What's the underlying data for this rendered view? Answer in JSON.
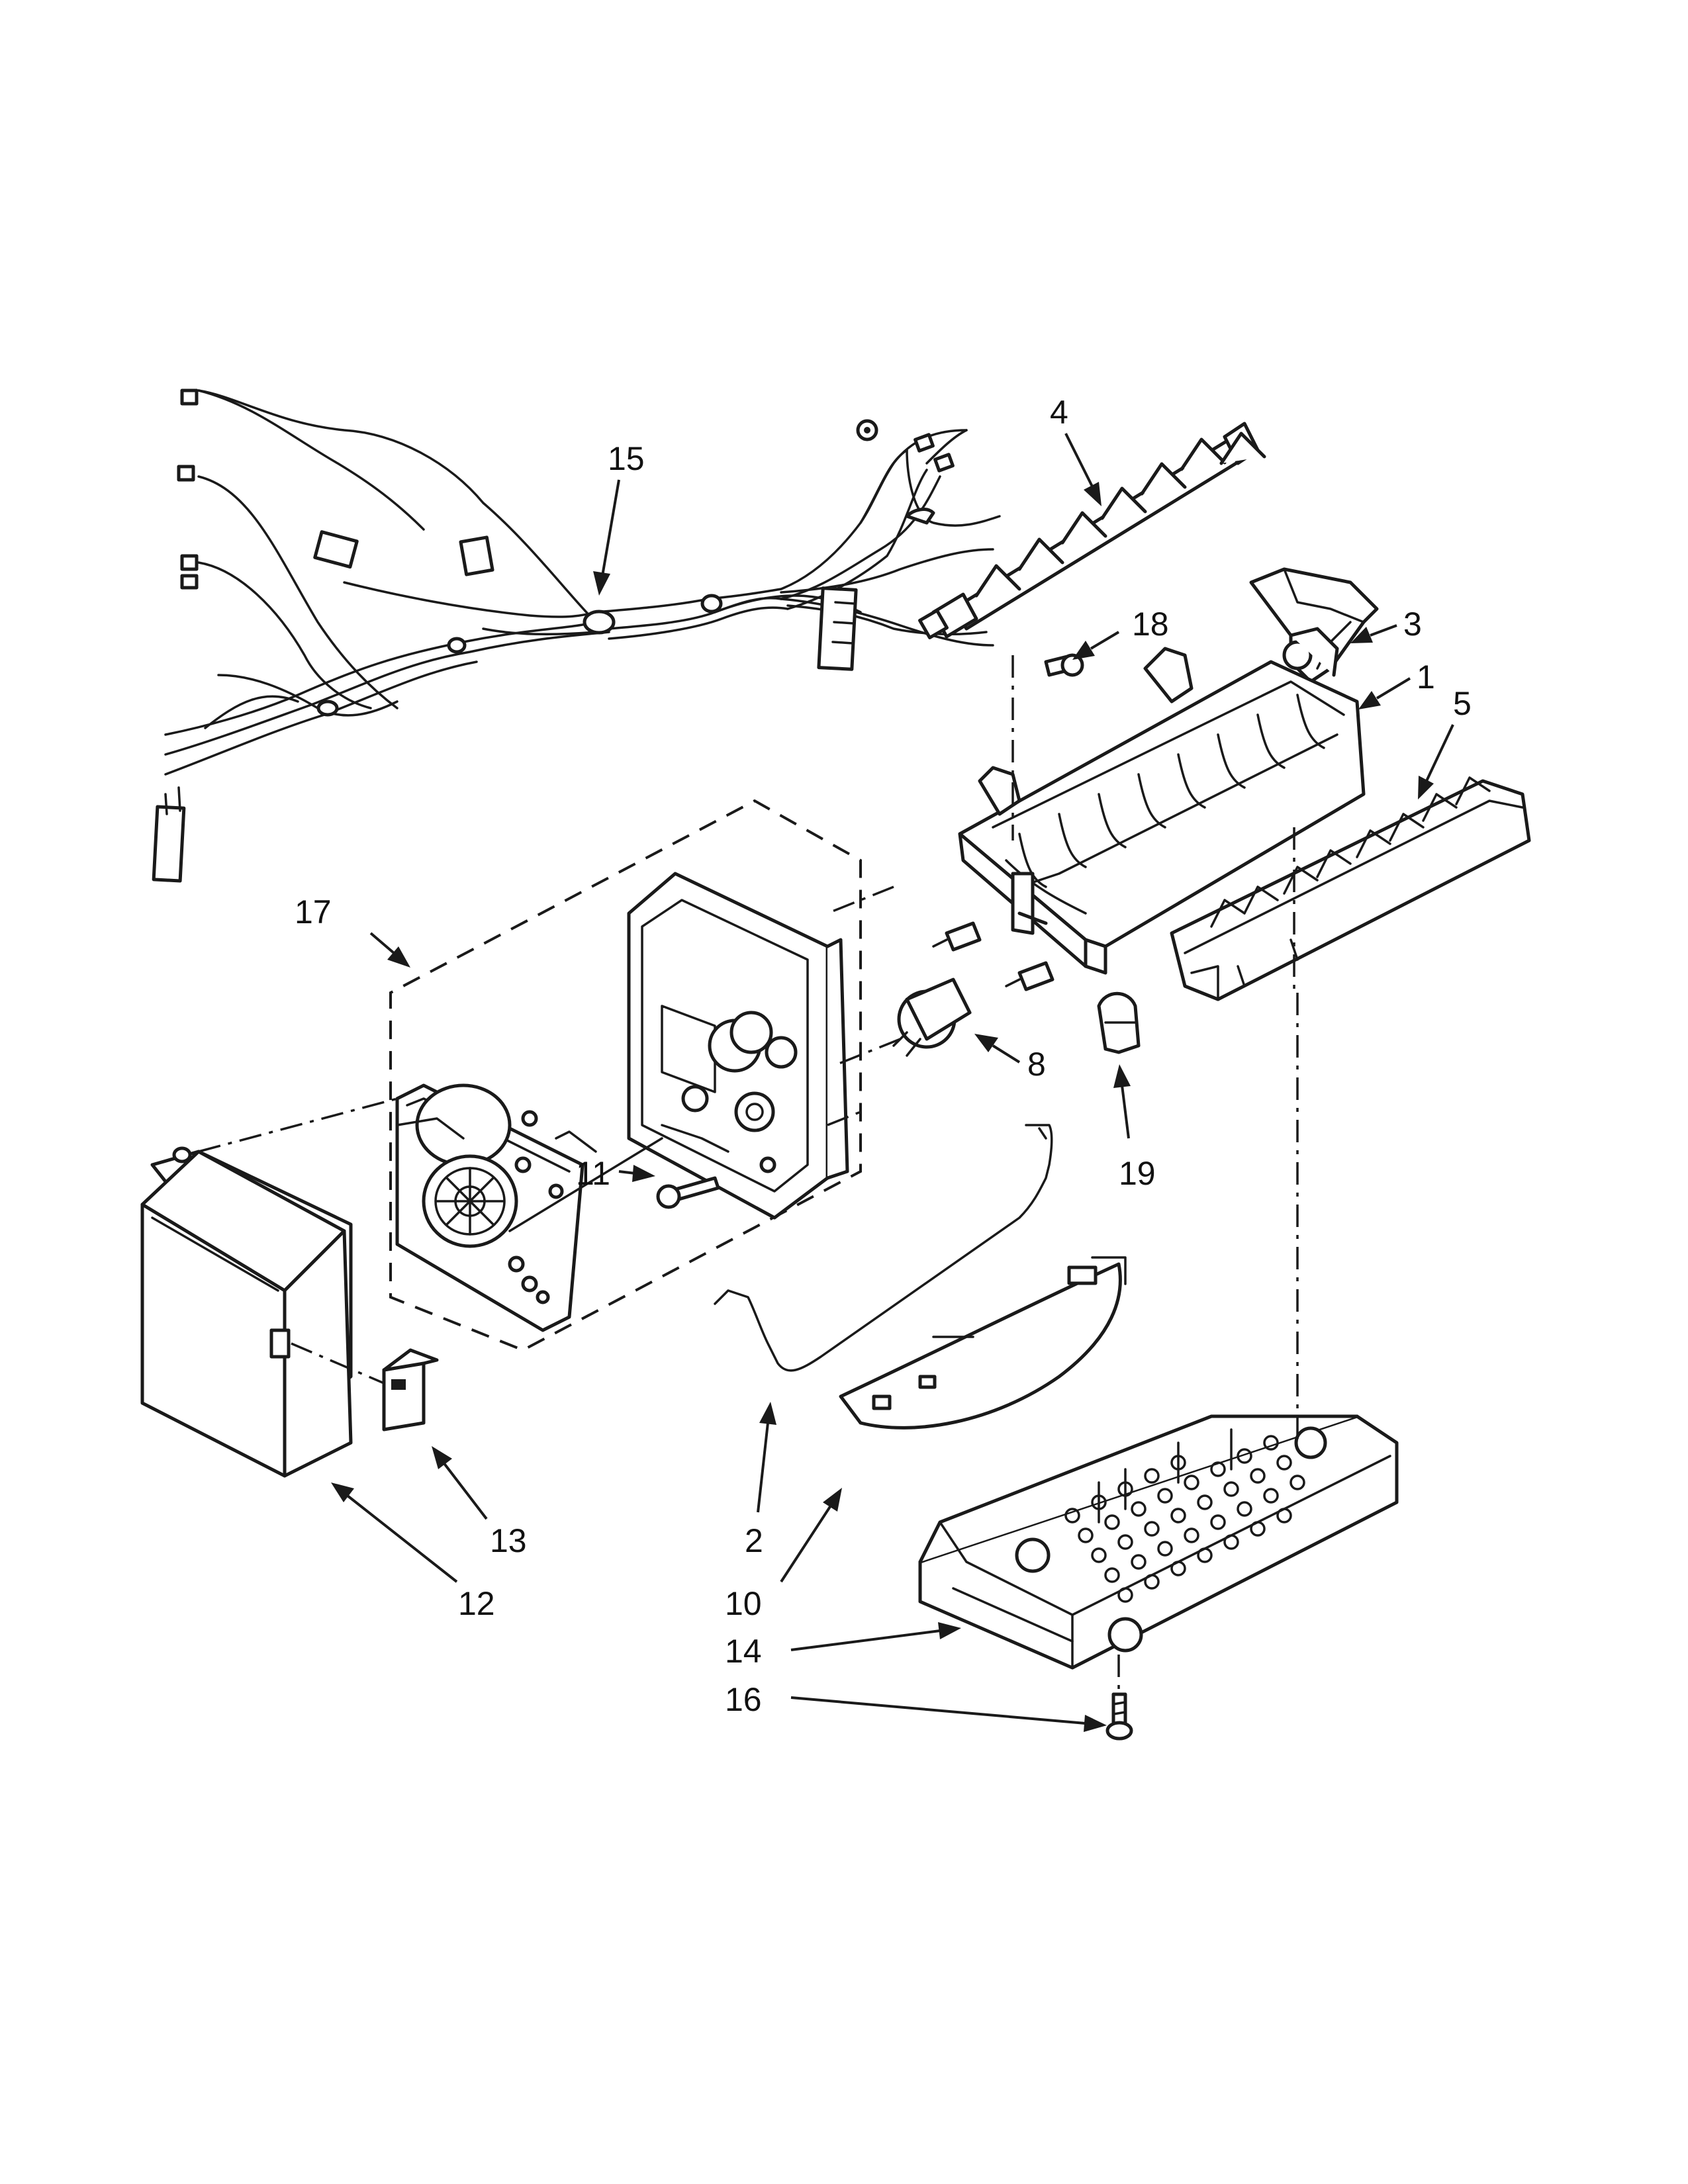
{
  "diagram": {
    "callouts": [
      {
        "id": "1",
        "label": "1"
      },
      {
        "id": "2",
        "label": "2"
      },
      {
        "id": "3",
        "label": "3"
      },
      {
        "id": "4",
        "label": "4"
      },
      {
        "id": "5",
        "label": "5"
      },
      {
        "id": "8",
        "label": "8"
      },
      {
        "id": "10",
        "label": "10"
      },
      {
        "id": "11",
        "label": "11"
      },
      {
        "id": "12",
        "label": "12"
      },
      {
        "id": "13",
        "label": "13"
      },
      {
        "id": "14",
        "label": "14"
      },
      {
        "id": "15",
        "label": "15"
      },
      {
        "id": "16",
        "label": "16"
      },
      {
        "id": "17",
        "label": "17"
      },
      {
        "id": "18",
        "label": "18"
      },
      {
        "id": "19",
        "label": "19"
      }
    ]
  }
}
